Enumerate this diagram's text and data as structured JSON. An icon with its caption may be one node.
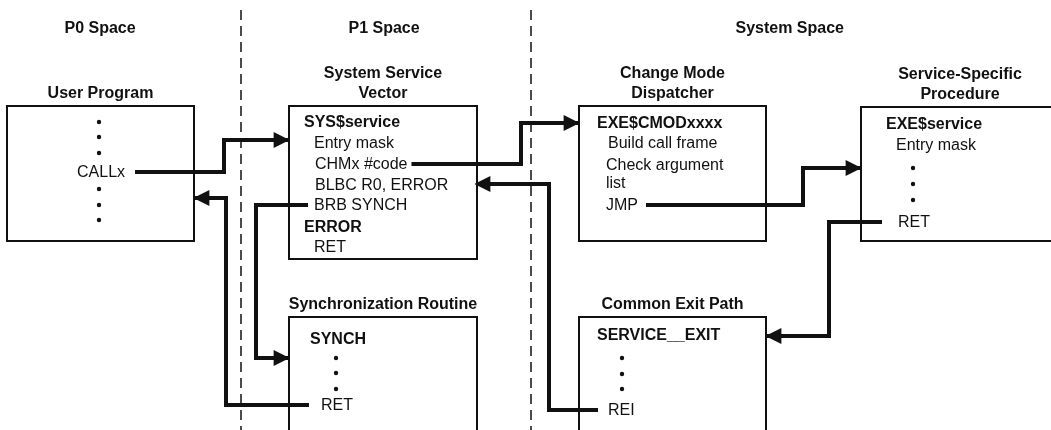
{
  "diagram": {
    "nodes": [
      {
        "text": [
          "User Program"
        ]
      },
      {
        "text": [
          "CALLx"
        ],
        "in": 0
      },
      {
        "text": [
          "System Service Vector",
          "SYS$service",
          "Entry mask",
          "ERROR",
          "RET"
        ]
      },
      {
        "text": [
          "CHMx #code"
        ],
        "in": 2
      },
      {
        "text": [
          "BLBC R0, ERROR"
        ],
        "in": 2
      },
      {
        "text": [
          "BRB SYNCH"
        ],
        "in": 2
      },
      {
        "text": [
          "Change Mode Dispatcher",
          "EXE$CMODxxxx",
          "Build call frame",
          "Check argument list"
        ]
      },
      {
        "text": [
          "JMP"
        ],
        "in": 6
      },
      {
        "text": [
          "Service-Specific Procedure",
          "EXE$service",
          "Entry mask"
        ]
      },
      {
        "text": [
          "RET"
        ],
        "in": 8
      },
      {
        "text": [
          "Synchronization Routine",
          "SYNCH"
        ]
      },
      {
        "text": [
          "RET"
        ],
        "in": 10
      },
      {
        "text": [
          "Common Exit Path",
          "SERVICE__EXIT"
        ]
      },
      {
        "text": [
          "REI"
        ],
        "in": 12
      }
    ],
    "edges": [
      {
        "from": 1,
        "to": 2,
        "arrow": "to"
      },
      {
        "from": 3,
        "to": 6,
        "arrow": "to"
      },
      {
        "from": 7,
        "to": 8,
        "arrow": "to"
      },
      {
        "from": 9,
        "to": 12,
        "arrow": "to"
      },
      {
        "from": 13,
        "to": 4,
        "arrow": "to"
      },
      {
        "from": 5,
        "to": 10,
        "arrow": "to"
      },
      {
        "from": 11,
        "to": 0,
        "arrow": "to"
      }
    ],
    "labels": [
      "P0 Space",
      "P1 Space",
      "System Space"
    ]
  }
}
